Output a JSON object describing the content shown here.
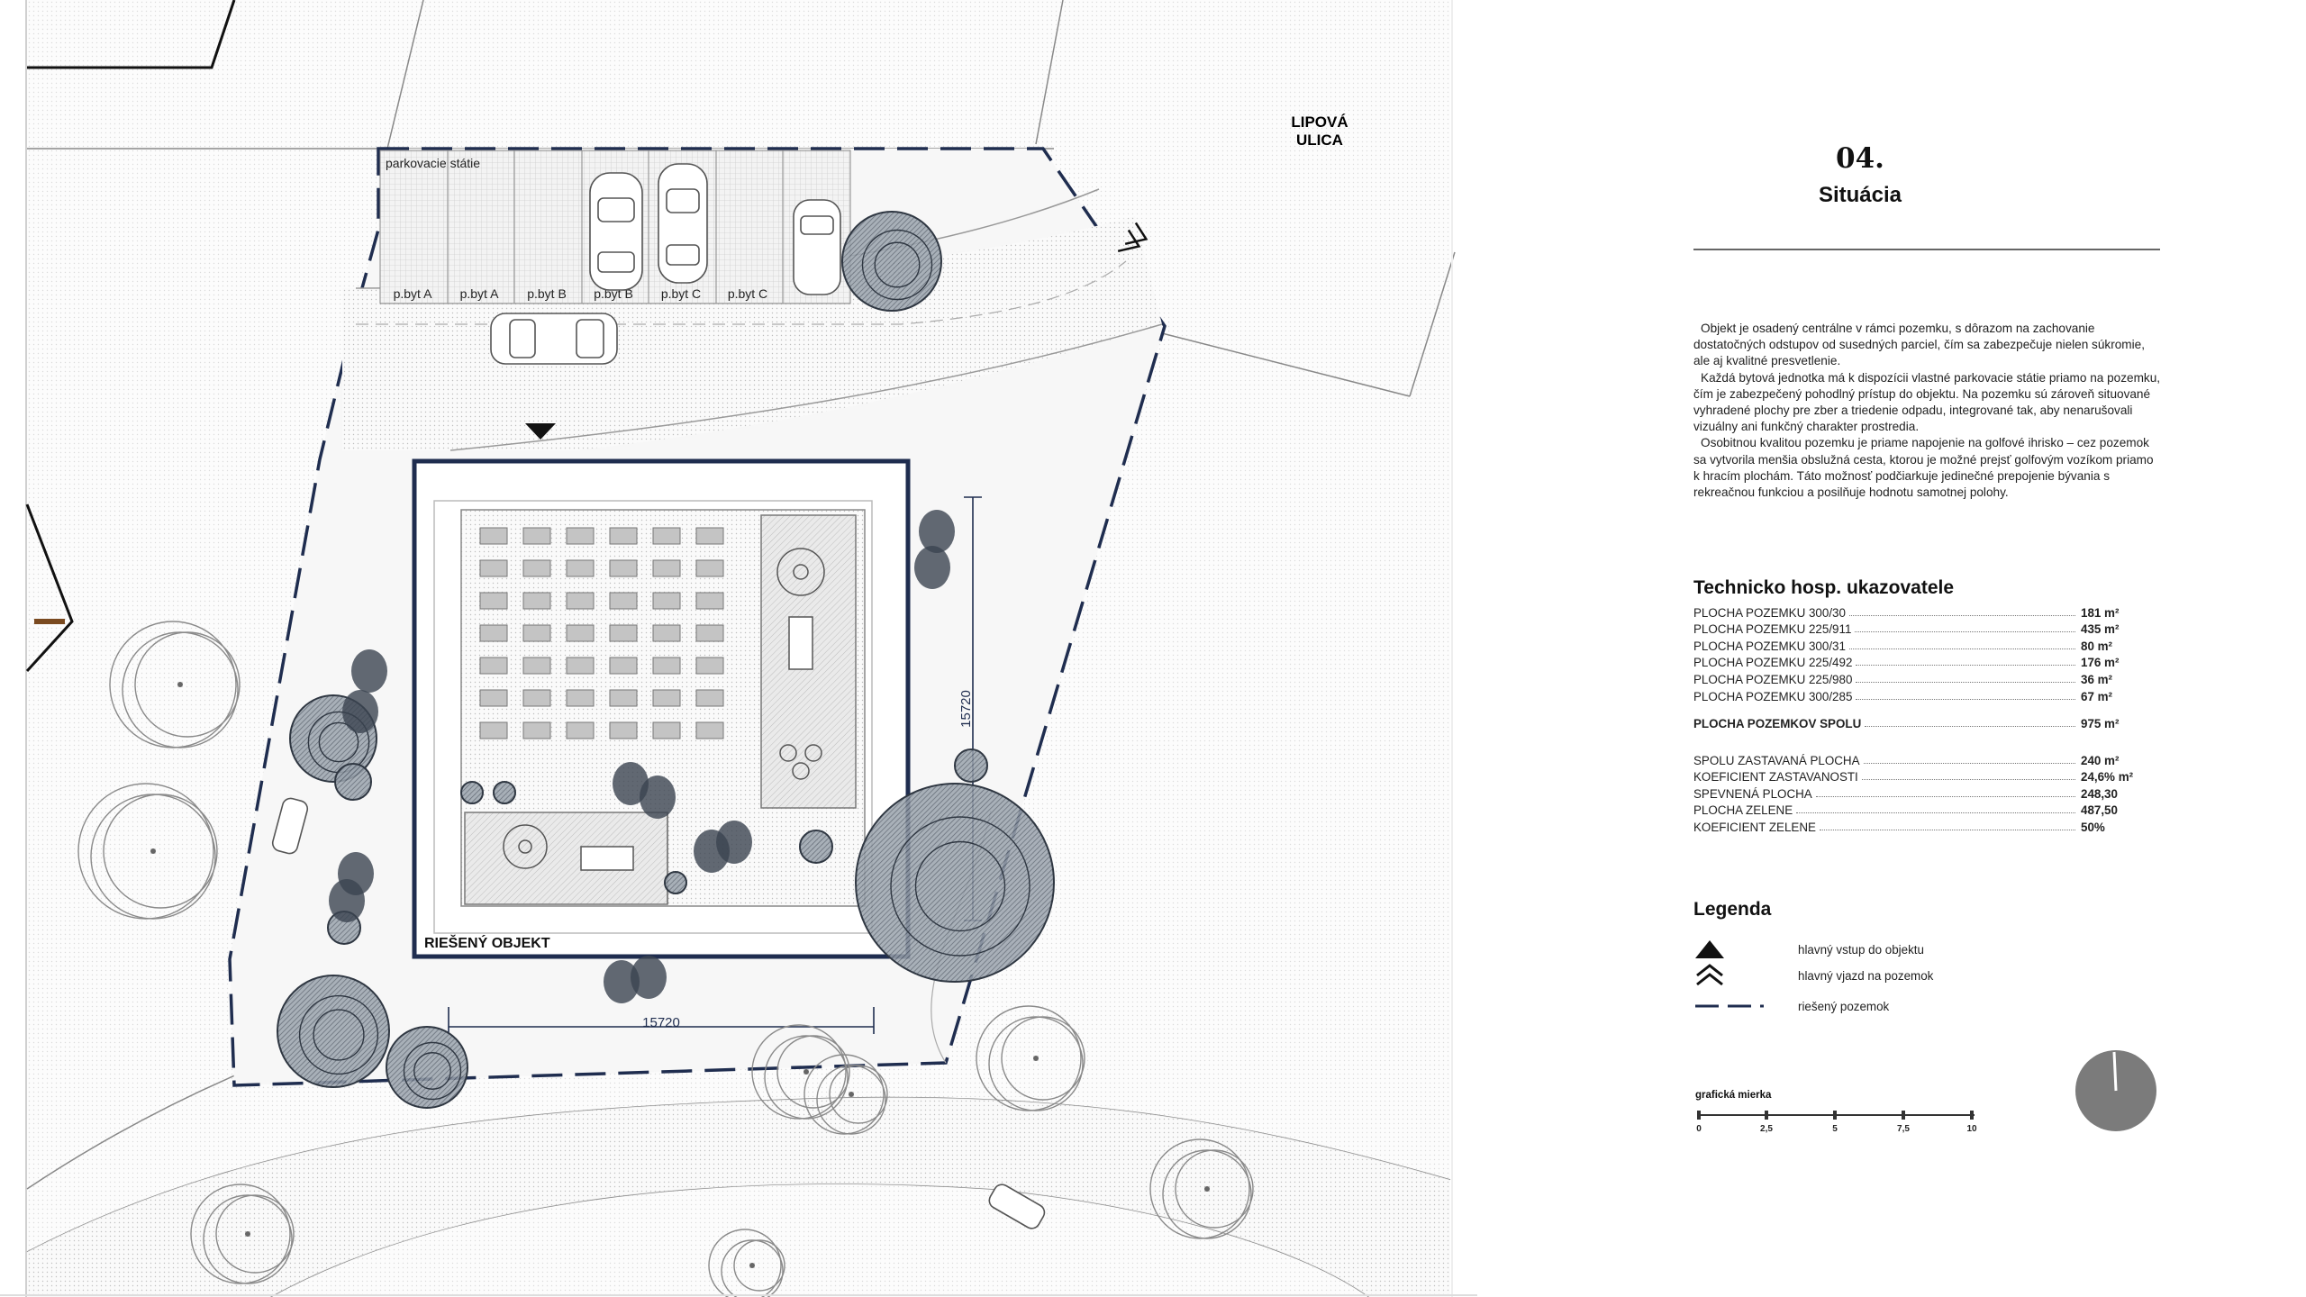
{
  "sheet": {
    "number": "04.",
    "title": "Situácia",
    "intro": [
      "Objekt je osadený centrálne v rámci pozemku, s dôrazom na zachovanie dostatočných odstupov od susedných parciel, čím sa zabezpečuje nielen súkromie, ale aj kvalitné presvetlenie.",
      "Každá bytová jednotka má k dispozícii vlastné parkovacie státie priamo na pozemku, čím je zabezpečený pohodlný prístup do objektu. Na pozemku sú zároveň situované vyhradené plochy pre zber a triedenie odpadu, integrované tak, aby nenarušovali vizuálny ani funkčný charakter prostredia.",
      "Osobitnou kvalitou pozemku je priame napojenie na golfové ihrisko – cez pozemok sa vytvorila menšia obslužná cesta, ktorou je možné prejsť golfovým vozíkom priamo k hracím plochám. Táto možnosť podčiarkuje jedinečné prepojenie bývania s rekreačnou funkciou a posilňuje hodnotu samotnej polohy."
    ]
  },
  "indicators": {
    "heading": "Technicko hosp. ukazovatele",
    "plots": [
      {
        "label": "PLOCHA POZEMKU 300/30",
        "value": "181 m²"
      },
      {
        "label": "PLOCHA POZEMKU 225/911",
        "value": "435 m²"
      },
      {
        "label": "PLOCHA POZEMKU 300/31",
        "value": "80 m²"
      },
      {
        "label": "PLOCHA POZEMKU 225/492",
        "value": "176 m²"
      },
      {
        "label": "PLOCHA POZEMKU 225/980",
        "value": "36 m²"
      },
      {
        "label": "PLOCHA POZEMKU 300/285",
        "value": "67 m²"
      }
    ],
    "total": {
      "label": "PLOCHA POZEMKOV SPOLU",
      "value": "975 m²"
    },
    "stats": [
      {
        "label": "SPOLU ZASTAVANÁ PLOCHA",
        "value": "240 m²"
      },
      {
        "label": "KOEFICIENT ZASTAVANOSTI",
        "value": "24,6% m²"
      },
      {
        "label": "SPEVNENÁ PLOCHA",
        "value": "248,30"
      },
      {
        "label": "PLOCHA ZELENE",
        "value": "487,50"
      },
      {
        "label": "KOEFICIENT ZELENE",
        "value": "50%"
      }
    ]
  },
  "legend": {
    "heading": "Legenda",
    "items": [
      {
        "icon": "triangle-entrance-icon",
        "label": "hlavný vstup do objektu"
      },
      {
        "icon": "double-chevron-entry-icon",
        "label": "hlavný vjazd na pozemok"
      },
      {
        "icon": "dashed-boundary-icon",
        "label": "riešený pozemok"
      }
    ]
  },
  "scale": {
    "title": "grafická mierka",
    "ticks": [
      "0",
      "2,5",
      "5",
      "7,5",
      "10"
    ]
  },
  "plan": {
    "street": [
      "LIPOVÁ",
      "ULICA"
    ],
    "parking_label": "parkovacie státie",
    "parking_spots": [
      "p.byt A",
      "p.byt A",
      "p.byt B",
      "p.byt B",
      "p.byt C",
      "p.byt C"
    ],
    "object_label": "RIEŠENÝ OBJEKT",
    "dim_horizontal": "15720",
    "dim_vertical": "15720",
    "accent": "#1f2d4f"
  }
}
